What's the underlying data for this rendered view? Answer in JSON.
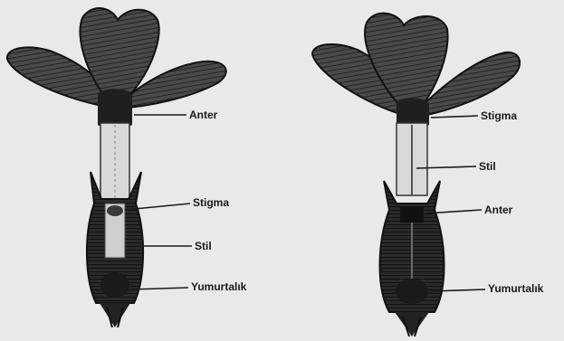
{
  "left_flower": {
    "labels": {
      "anter": "Anter",
      "stigma": "Stigma",
      "stil": "Stil",
      "yumurtalik": "Yumurtalık"
    }
  },
  "right_flower": {
    "labels": {
      "stigma": "Stigma",
      "stil": "Stil",
      "anter": "Anter",
      "yumurtalik": "Yumurtalık"
    }
  }
}
